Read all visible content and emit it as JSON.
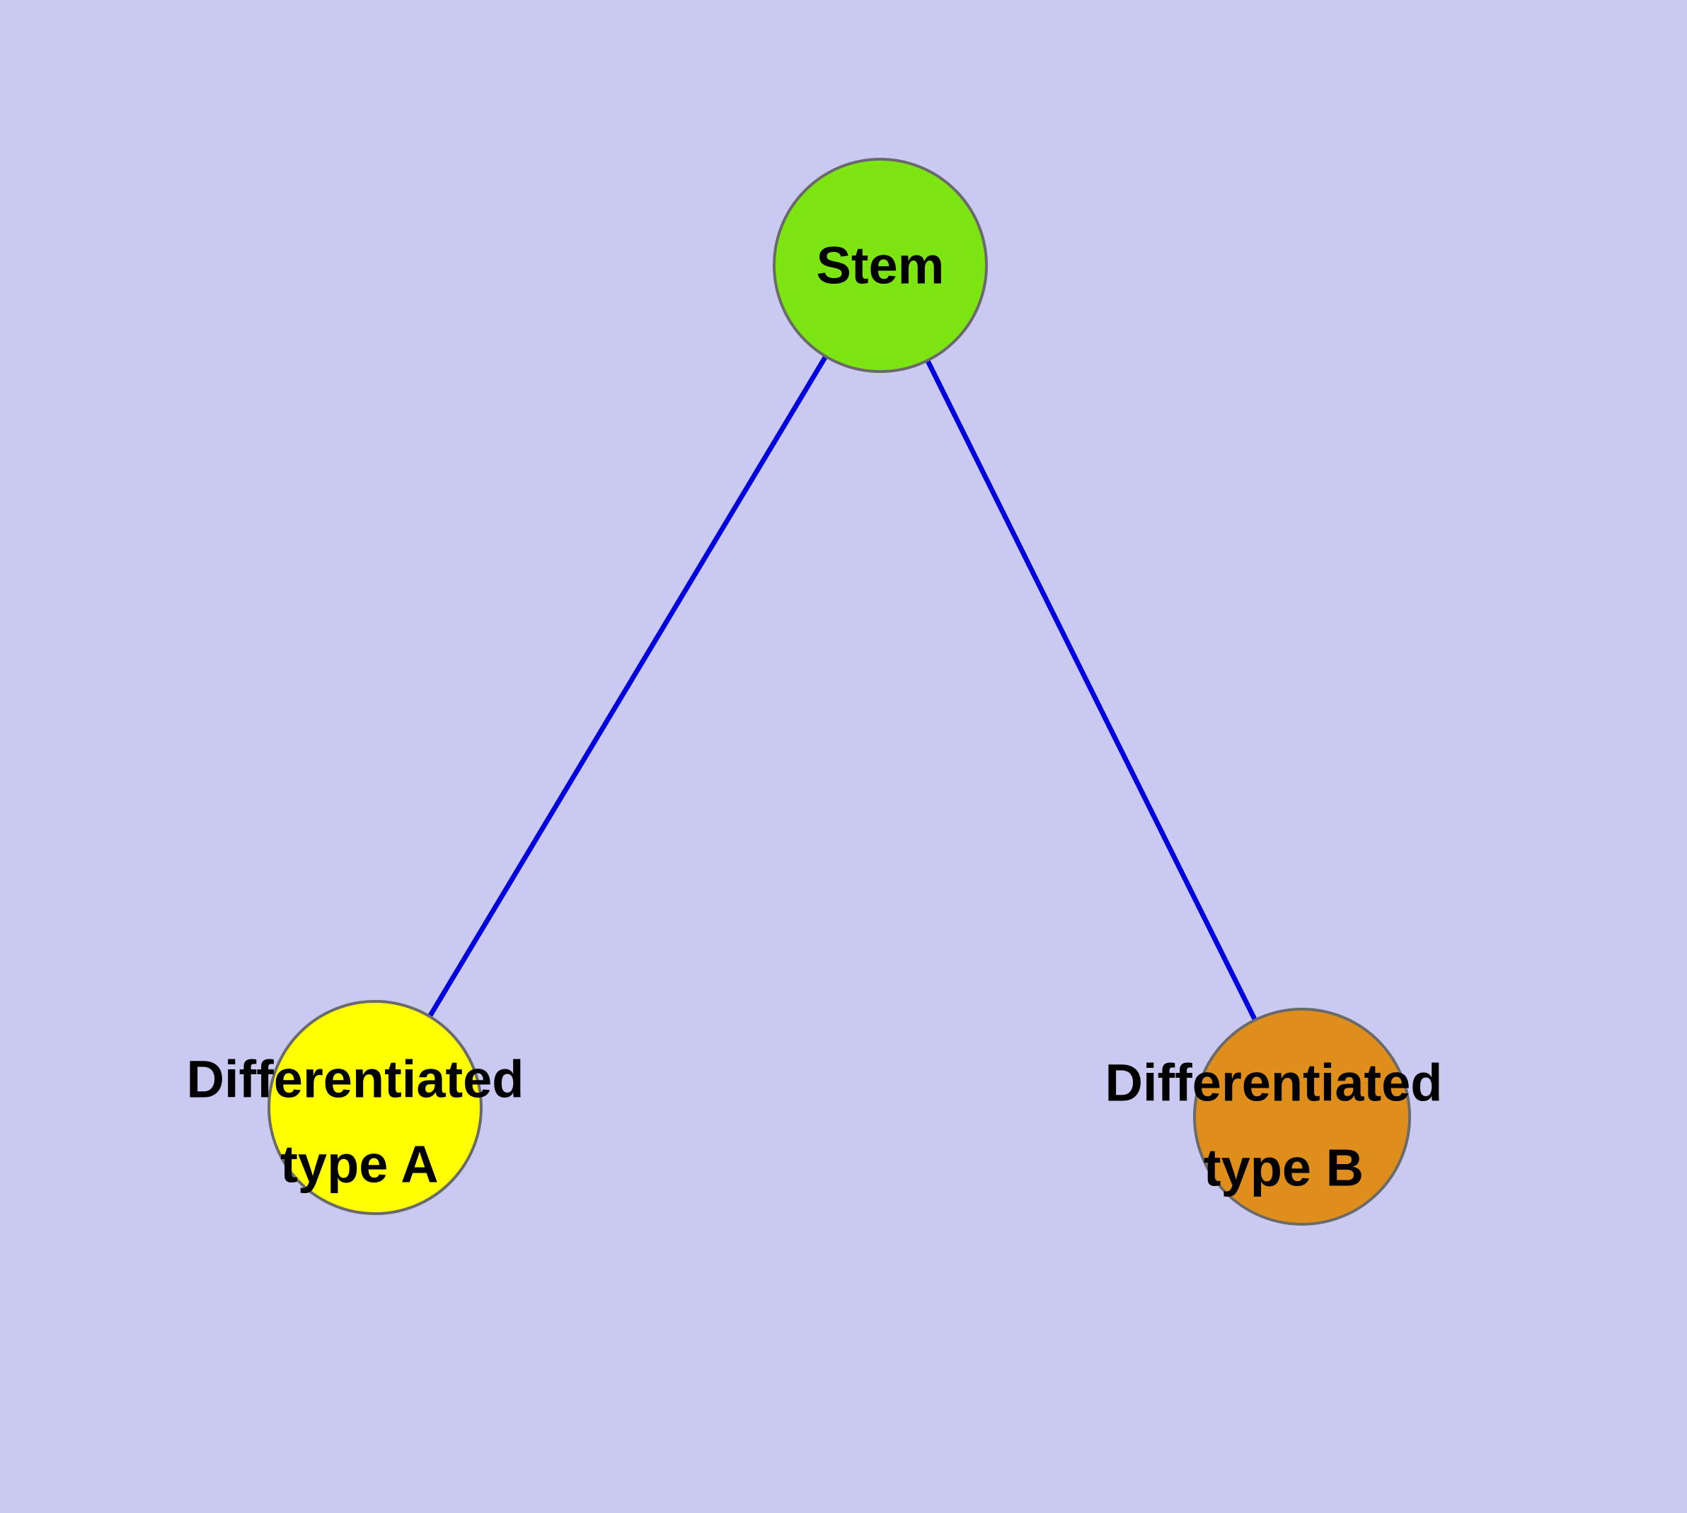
{
  "background_color": "#c9c9f2",
  "edge": {
    "color": "#0000dd"
  },
  "nodes": [
    {
      "id": "stem",
      "label_lines": [
        "Stem"
      ],
      "color": "#7de612"
    },
    {
      "id": "differentiated-type-a",
      "label_lines": [
        "Differentiated",
        "type A"
      ],
      "color": "#ffff00"
    },
    {
      "id": "differentiated-type-b",
      "label_lines": [
        "Differentiated",
        "type B"
      ],
      "color": "#e08e1b"
    }
  ]
}
